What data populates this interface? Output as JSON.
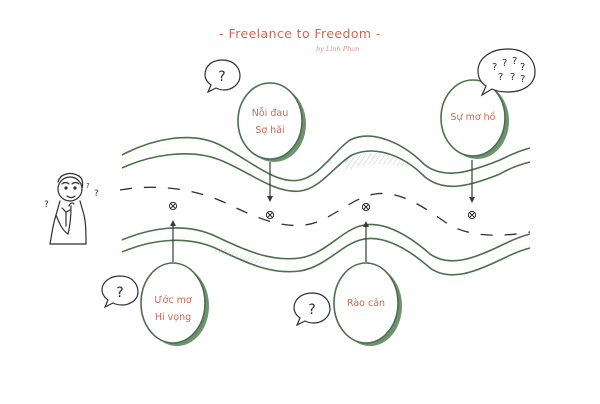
{
  "header": {
    "title": "- Freelance to Freedom -",
    "byline": "by Linh Phan"
  },
  "nodes": [
    {
      "id": "noi-dau",
      "lines": [
        "Nỗi đau",
        "Sợ hãi"
      ]
    },
    {
      "id": "su-mo-ho",
      "lines": [
        "Sự mơ hồ"
      ]
    },
    {
      "id": "uoc-mo",
      "lines": [
        "Ước mơ",
        "Hi vọng"
      ]
    },
    {
      "id": "rao-can",
      "lines": [
        "Rào cản"
      ]
    }
  ],
  "colors": {
    "stroke": "#2f2f2f",
    "bubble_green": "#4a6f4b",
    "bubble_shadow": "#5e8560",
    "label": "#c96a54"
  },
  "icons": [
    "question-mark-icon",
    "thinking-person-icon",
    "crosshair-marker-icon",
    "arrow-icon"
  ]
}
